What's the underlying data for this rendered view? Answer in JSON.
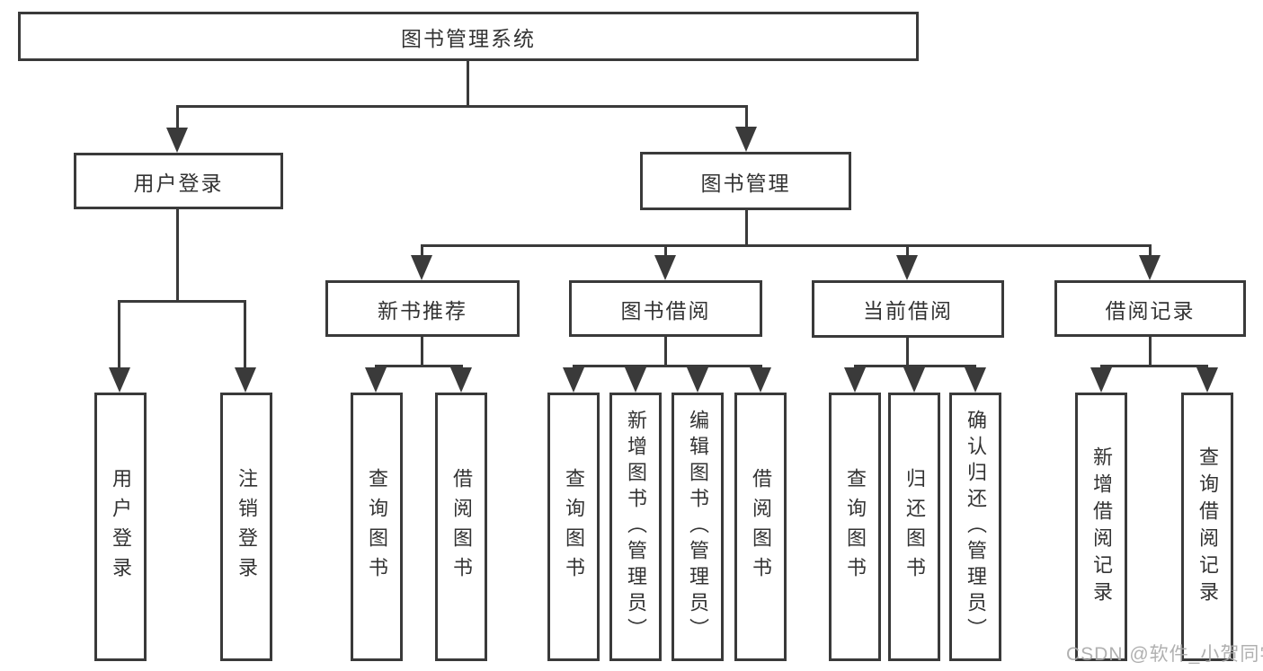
{
  "diagram": {
    "root": {
      "label": "图书管理系统"
    },
    "branches": [
      {
        "label": "用户登录",
        "children": [
          {
            "label": "用户登录"
          },
          {
            "label": "注销登录"
          }
        ]
      },
      {
        "label": "图书管理",
        "children": [
          {
            "label": "新书推荐",
            "children": [
              {
                "label": "查询图书"
              },
              {
                "label": "借阅图书"
              }
            ]
          },
          {
            "label": "图书借阅",
            "children": [
              {
                "label": "查询图书"
              },
              {
                "label": "新增图书（管理员）"
              },
              {
                "label": "编辑图书（管理员）"
              },
              {
                "label": "借阅图书"
              }
            ]
          },
          {
            "label": "当前借阅",
            "children": [
              {
                "label": "查询图书"
              },
              {
                "label": "归还图书"
              },
              {
                "label": "确认归还（管理员）"
              }
            ]
          },
          {
            "label": "借阅记录",
            "children": [
              {
                "label": "新增借阅记录"
              },
              {
                "label": "查询借阅记录"
              }
            ]
          }
        ]
      }
    ]
  },
  "watermark": {
    "text": "CSDN @软件_小贺同学"
  },
  "colors": {
    "line": "#3a3a3a",
    "text": "#333333",
    "watermark": "#a8a8a8",
    "background": "#ffffff"
  }
}
